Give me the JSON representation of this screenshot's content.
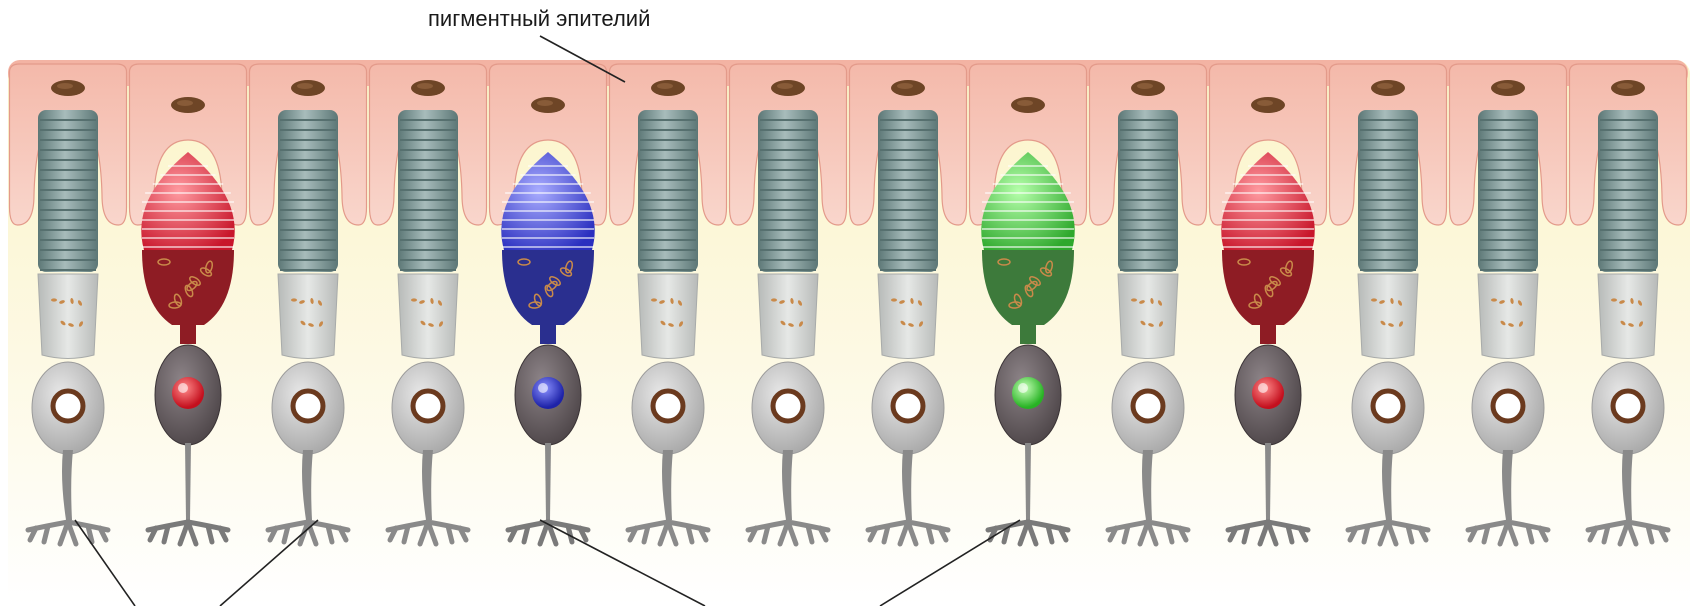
{
  "diagram": {
    "labels": {
      "pigment_epithelium": "пигментный эпителий"
    },
    "cells": [
      "rod",
      "cone",
      "rod",
      "rod",
      "cone",
      "rod",
      "rod",
      "rod",
      "cone",
      "rod",
      "cone",
      "rod",
      "rod",
      "rod"
    ],
    "cone_colors": [
      "red",
      "blue",
      "green",
      "red"
    ],
    "colors": {
      "epithelium_fill": "#f6c4b8",
      "epithelium_edge": "#e39a8a",
      "epithelium_nucleus": "#6e4526",
      "background_top": "#fbf6d6",
      "background_bottom": "#ffffff",
      "rod_disc": "#7d9695",
      "rod_disc_dark": "#56706f",
      "rod_inner": "#c9ccca",
      "rod_body": "#b8b8b8",
      "rod_axon": "#8a8a8a",
      "rod_nucleus_ring": "#6b3a1e",
      "cone_red": "#d6253a",
      "cone_red_inner": "#8e1c24",
      "cone_blue": "#3a3fbf",
      "cone_blue_inner": "#2a2f8f",
      "cone_green": "#3fb83f",
      "cone_green_inner": "#3d7a3b",
      "cone_body": "#6e6468",
      "mitochondria": "#c98a4a"
    }
  }
}
